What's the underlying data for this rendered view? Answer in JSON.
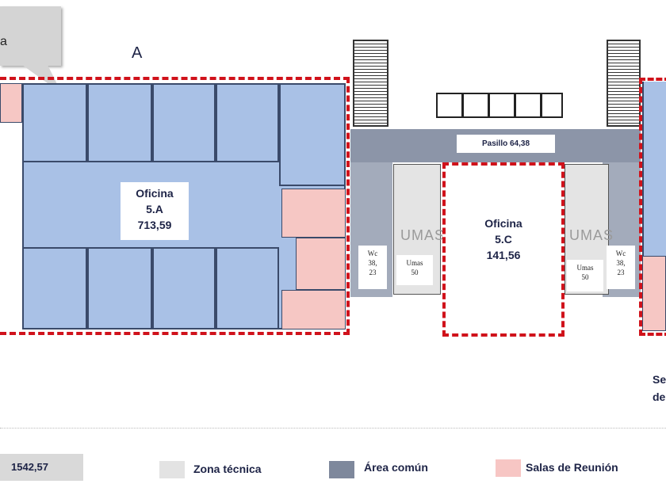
{
  "callout": {
    "text": "a"
  },
  "block_label": "A",
  "office_a": {
    "title": "Oficina",
    "code": "5.A",
    "area": "713,59"
  },
  "office_c": {
    "title": "Oficina",
    "code": "5.C",
    "area": "141,56"
  },
  "corridor": {
    "label": "Pasillo 64,38"
  },
  "wc_left": {
    "title": "Wc",
    "line1": "38,",
    "line2": "23"
  },
  "wc_right": {
    "title": "Wc",
    "line1": "38,",
    "line2": "23"
  },
  "umas_left": {
    "title": "Umas",
    "value": "50"
  },
  "umas_right": {
    "title": "Umas",
    "value": "50"
  },
  "umas_watermark": "UMAS",
  "right_partial": {
    "line1": "Se",
    "line2": "de"
  },
  "legend": {
    "total": "1542,57",
    "items": [
      {
        "label": "Zona técnica",
        "color": "#e3e3e3"
      },
      {
        "label": "Área común",
        "color": "#7e889c"
      },
      {
        "label": "Salas de Reunión",
        "color": "#f7c6c4"
      }
    ]
  }
}
